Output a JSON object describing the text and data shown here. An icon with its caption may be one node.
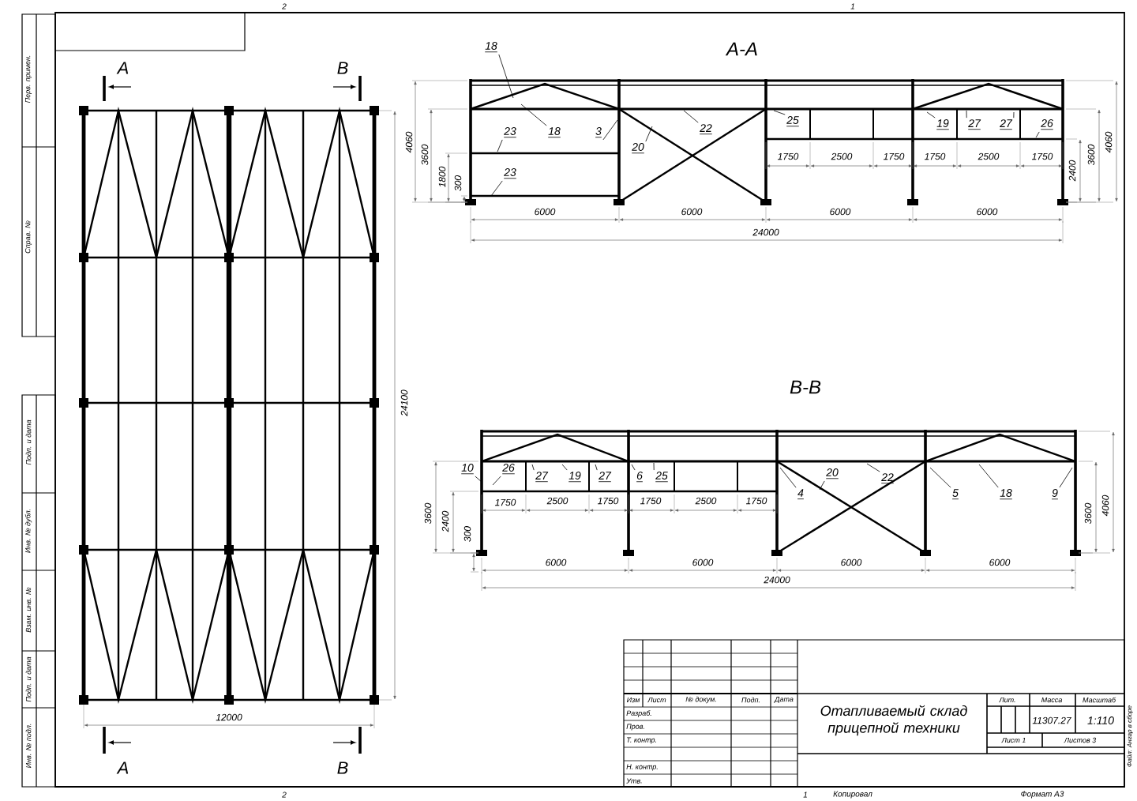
{
  "diagram": {
    "nodes": [
      {
        "text": [
          "18"
        ]
      },
      {
        "text": [
          "23"
        ]
      },
      {
        "text": [
          "18"
        ]
      },
      {
        "text": [
          "3"
        ]
      },
      {
        "text": [
          "20"
        ]
      },
      {
        "text": [
          "22"
        ]
      },
      {
        "text": [
          "25"
        ]
      },
      {
        "text": [
          "19"
        ]
      },
      {
        "text": [
          "27"
        ]
      },
      {
        "text": [
          "27"
        ]
      },
      {
        "text": [
          "26"
        ]
      },
      {
        "text": [
          "23"
        ]
      },
      {
        "text": [
          "10"
        ]
      },
      {
        "text": [
          "26"
        ]
      },
      {
        "text": [
          "27"
        ]
      },
      {
        "text": [
          "19"
        ]
      },
      {
        "text": [
          "27"
        ]
      },
      {
        "text": [
          "6"
        ]
      },
      {
        "text": [
          "25"
        ]
      },
      {
        "text": [
          "4"
        ]
      },
      {
        "text": [
          "20"
        ]
      },
      {
        "text": [
          "22"
        ]
      },
      {
        "text": [
          "5"
        ]
      },
      {
        "text": [
          "18"
        ]
      },
      {
        "text": [
          "9"
        ]
      }
    ],
    "edges": [
      {
        "from": 0,
        "to": null,
        "arrow": "none"
      },
      {
        "from": 1,
        "to": null,
        "arrow": "none"
      },
      {
        "from": 2,
        "to": null,
        "arrow": "none"
      },
      {
        "from": 3,
        "to": null,
        "arrow": "none"
      },
      {
        "from": 4,
        "to": null,
        "arrow": "none"
      },
      {
        "from": 5,
        "to": null,
        "arrow": "none"
      },
      {
        "from": 6,
        "to": null,
        "arrow": "none"
      },
      {
        "from": 7,
        "to": null,
        "arrow": "none"
      },
      {
        "from": 8,
        "to": null,
        "arrow": "none"
      },
      {
        "from": 9,
        "to": null,
        "arrow": "none"
      },
      {
        "from": 10,
        "to": null,
        "arrow": "none"
      },
      {
        "from": 11,
        "to": null,
        "arrow": "none"
      },
      {
        "from": 12,
        "to": null,
        "arrow": "none"
      },
      {
        "from": 13,
        "to": null,
        "arrow": "none"
      },
      {
        "from": 14,
        "to": null,
        "arrow": "none"
      },
      {
        "from": 15,
        "to": null,
        "arrow": "none"
      },
      {
        "from": 16,
        "to": null,
        "arrow": "none"
      },
      {
        "from": 17,
        "to": null,
        "arrow": "none"
      },
      {
        "from": 18,
        "to": null,
        "arrow": "none"
      },
      {
        "from": 19,
        "to": null,
        "arrow": "none"
      },
      {
        "from": 20,
        "to": null,
        "arrow": "none"
      },
      {
        "from": 21,
        "to": null,
        "arrow": "none"
      },
      {
        "from": 22,
        "to": null,
        "arrow": "none"
      },
      {
        "from": 23,
        "to": null,
        "arrow": "none"
      },
      {
        "from": 24,
        "to": null,
        "arrow": "none"
      }
    ],
    "labels": [
      "2",
      "1",
      "Перв. примен.",
      "Справ. №",
      "А",
      "В",
      "А-А",
      "4060",
      "3600",
      "1800",
      "300",
      "1750",
      "2500",
      "1750",
      "1750",
      "2500",
      "1750",
      "2400",
      "3600",
      "4060",
      "6000",
      "6000",
      "6000",
      "6000",
      "24000",
      "24100",
      "В-В",
      "3600",
      "2400",
      "300",
      "1750",
      "2500",
      "1750",
      "1750",
      "2500",
      "1750",
      "3600",
      "4060",
      "6000",
      "6000",
      "6000",
      "6000",
      "24000",
      "Подп. и дата",
      "Инв. № дубл.",
      "Взам. инв. №",
      "Подп. и дата",
      "Инв. № подл.",
      "12000",
      "А",
      "В",
      "Изм",
      "Лист",
      "№ докум.",
      "Подп.",
      "Дата",
      "Лит.",
      "Масса",
      "Масштаб",
      "Разраб.",
      "Отапливаемый склад прицепной техники",
      "11307.27",
      "1:110",
      "Пров.",
      "Т. контр.",
      "Лист 1",
      "Листов 3",
      "Н. контр.",
      "Утв.",
      "Файл: Ангар в сборе",
      "2",
      "1",
      "Копировал",
      "Формат А3"
    ]
  }
}
